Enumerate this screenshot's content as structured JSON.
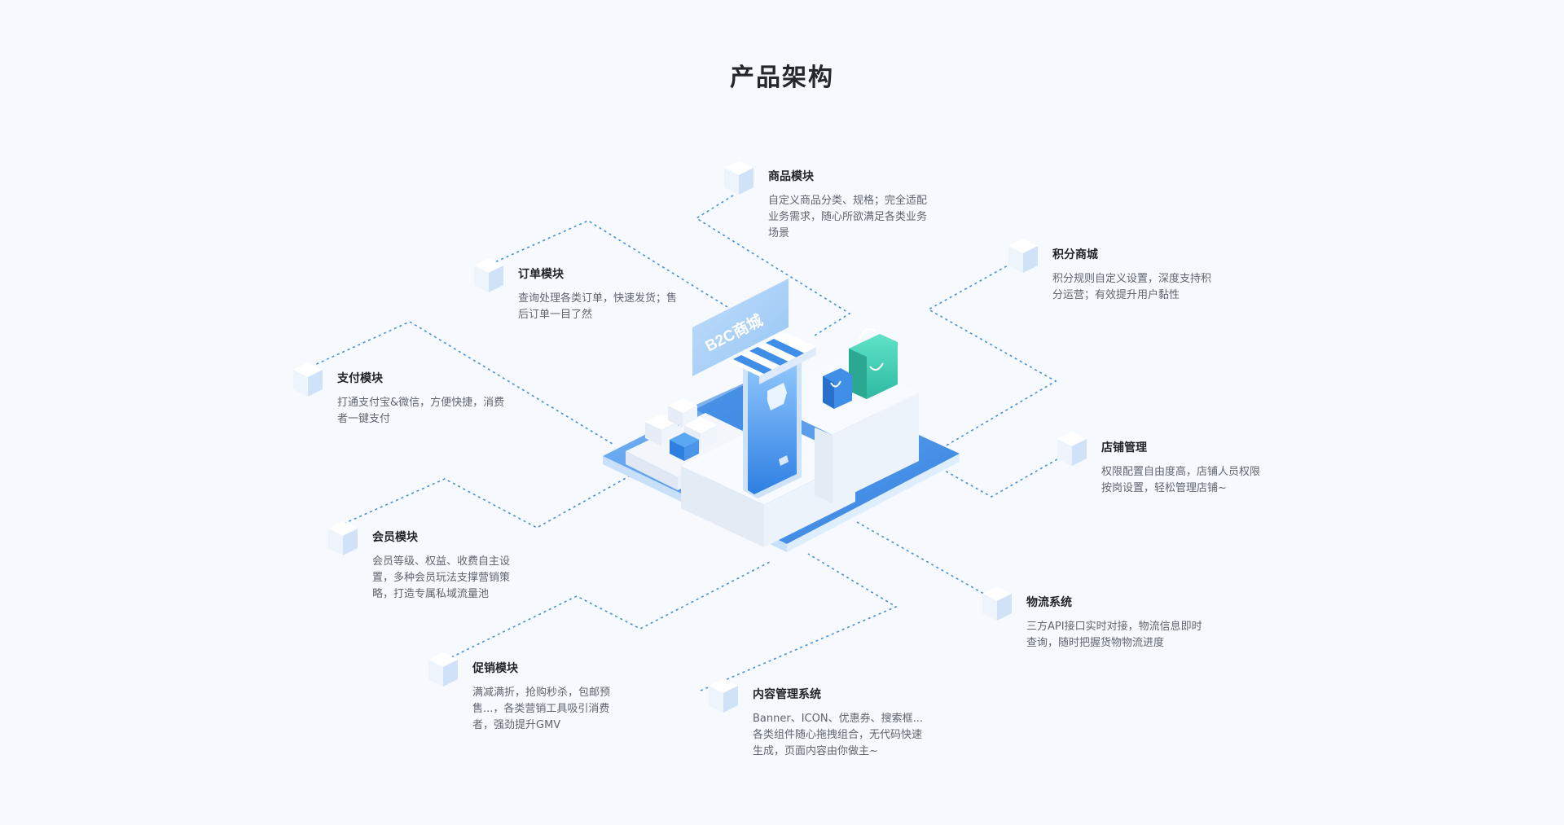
{
  "title": "产品架构",
  "center": {
    "sign_label": "B2C商城"
  },
  "colors": {
    "accent": "#3f8ee8",
    "accent_light": "#9ec9f6",
    "teal": "#3fd1b8",
    "connector": "#4a8fd6"
  },
  "modules": [
    {
      "id": "goods",
      "title": "商品模块",
      "desc": "自定义商品分类、规格；完全适配业务需求，随心所欲满足各类业务场景"
    },
    {
      "id": "order",
      "title": "订单模块",
      "desc": "查询处理各类订单，快速发货；售后订单一目了然"
    },
    {
      "id": "payment",
      "title": "支付模块",
      "desc": "打通支付宝&微信，方便快捷，消费者一键支付"
    },
    {
      "id": "member",
      "title": "会员模块",
      "desc": "会员等级、权益、收费自主设置，多种会员玩法支撑营销策略，打造专属私域流量池"
    },
    {
      "id": "promotion",
      "title": "促销模块",
      "desc": "满减满折，抢购秒杀，包邮预售...，各类营销工具吸引消费者，强劲提升GMV"
    },
    {
      "id": "cms",
      "title": "内容管理系统",
      "desc": "Banner、ICON、优惠券、搜索框...各类组件随心拖拽组合，无代码快速生成，页面内容由你做主~"
    },
    {
      "id": "points",
      "title": "积分商城",
      "desc": "积分规则自定义设置，深度支持积分运营；有效提升用户黏性"
    },
    {
      "id": "store",
      "title": "店铺管理",
      "desc": "权限配置自由度高，店铺人员权限按岗设置，轻松管理店铺~"
    },
    {
      "id": "logistics",
      "title": "物流系统",
      "desc": "三方API接口实时对接，物流信息即时查询，随时把握货物物流进度"
    }
  ]
}
